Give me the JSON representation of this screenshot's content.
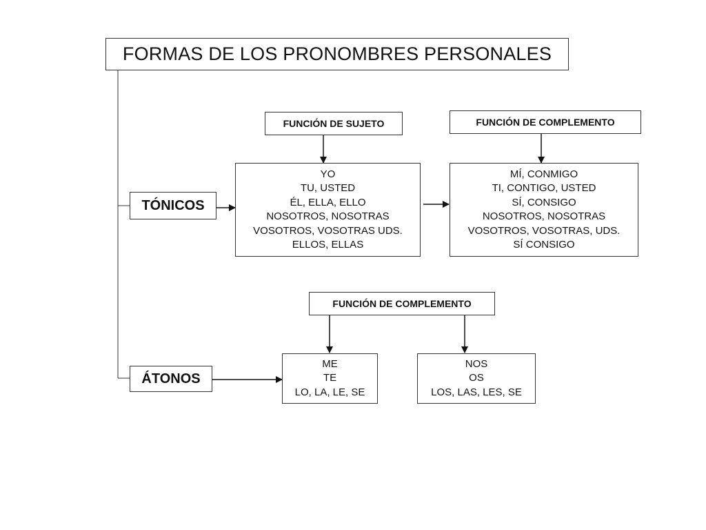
{
  "title": "FORMAS DE LOS PRONOMBRES PERSONALES",
  "categories": {
    "tonicos": "TÓNICOS",
    "atonos": "ÁTONOS"
  },
  "headers": {
    "sujeto": "FUNCIÓN DE SUJETO",
    "complemento_tonico": "FUNCIÓN DE COMPLEMENTO",
    "complemento_atono": "FUNCIÓN DE COMPLEMENTO"
  },
  "tonicos_sujeto": [
    "YO",
    "TU, USTED",
    "ÉL, ELLA, ELLO",
    "NOSOTROS, NOSOTRAS",
    "VOSOTROS, VOSOTRAS UDS.",
    "ELLOS, ELLAS"
  ],
  "tonicos_complemento": [
    "MÍ, CONMIGO",
    "TI, CONTIGO, USTED",
    "SÍ, CONSIGO",
    "NOSOTROS, NOSOTRAS",
    "VOSOTROS, VOSOTRAS, UDS.",
    "SÍ CONSIGO"
  ],
  "atonos_singular": [
    "ME",
    "TE",
    "LO, LA, LE, SE"
  ],
  "atonos_plural": [
    "NOS",
    "OS",
    "LOS, LAS, LES, SE"
  ]
}
